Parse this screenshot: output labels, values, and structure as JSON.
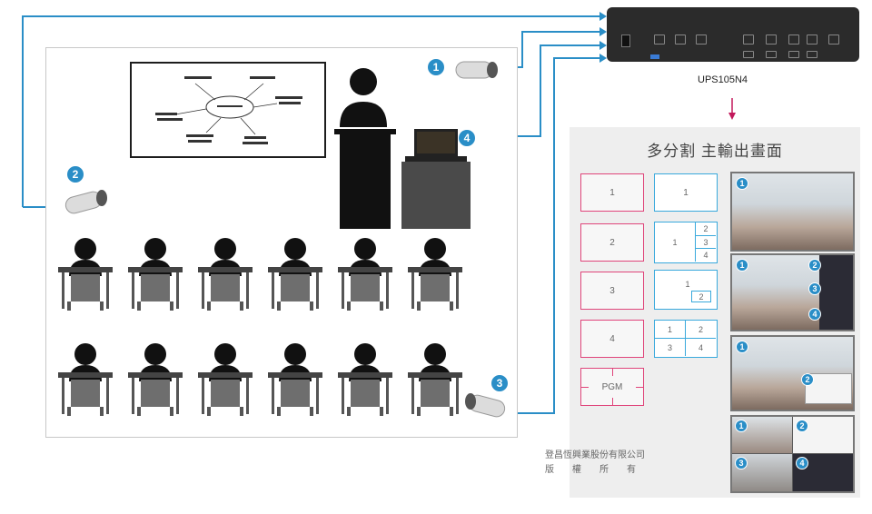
{
  "device": {
    "label": "UPS105N4"
  },
  "panel": {
    "title": "多分割 主輸出畫面",
    "layouts_left": [
      "1",
      "2",
      "3",
      "4",
      "PGM"
    ],
    "layout_single": "1",
    "layout_1p3": [
      "1",
      "2",
      "3",
      "4"
    ],
    "layout_pip": [
      "1",
      "2"
    ],
    "layout_quad": [
      "1",
      "2",
      "3",
      "4"
    ]
  },
  "cameras": [
    {
      "id": "1"
    },
    {
      "id": "2"
    },
    {
      "id": "3"
    },
    {
      "id": "4"
    }
  ],
  "copyright": {
    "line1": "登昌恆興業股份有限公司",
    "line2": "版　　權　　所　　有"
  },
  "colors": {
    "line": "#2a8ec7",
    "pink": "#e0457b",
    "blue": "#39a9dc"
  }
}
